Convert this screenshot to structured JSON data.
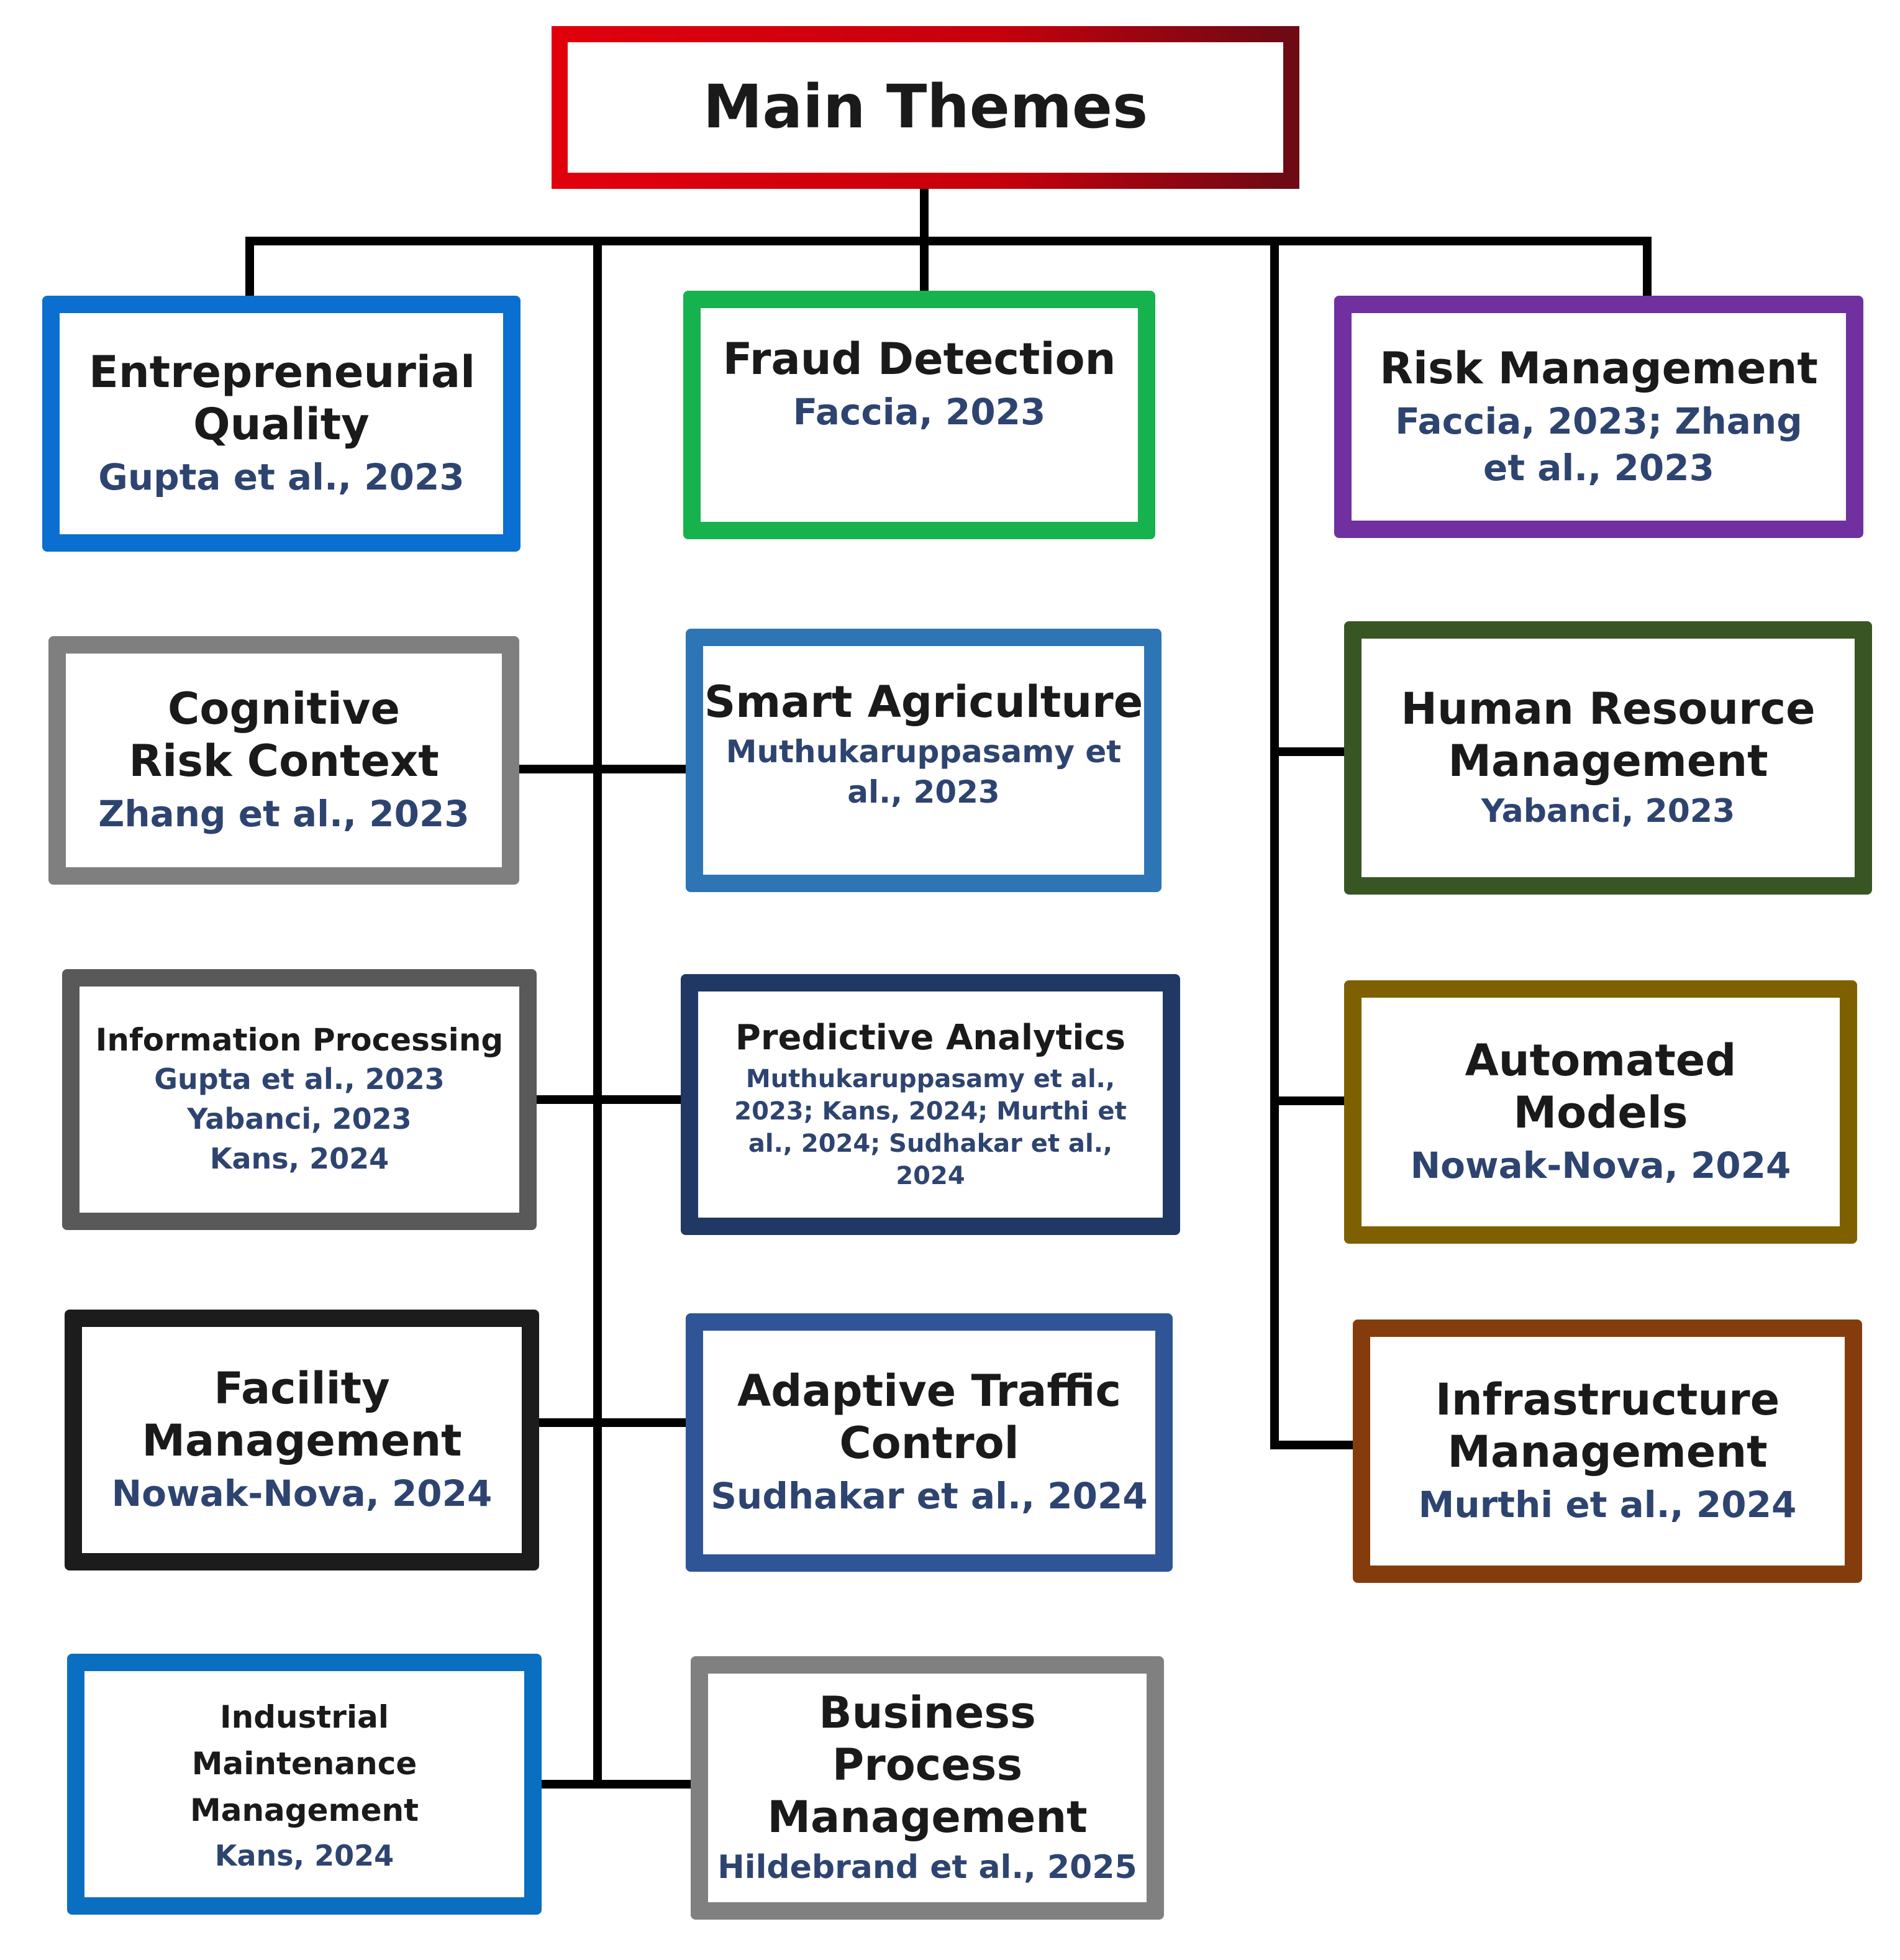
{
  "root": {
    "title": "Main Themes"
  },
  "left": [
    {
      "title": "Entrepreneurial Quality",
      "cite": [
        "Gupta et al., 2023"
      ],
      "color": "#0a6fd1"
    },
    {
      "title": "Cognitive Risk Context",
      "cite": [
        "Zhang et al., 2023"
      ],
      "color": "#7f7f7f"
    },
    {
      "title": "Information Processing",
      "cite": [
        "Gupta et al., 2023",
        "Yabanci, 2023",
        "Kans, 2024"
      ],
      "color": "#595959"
    },
    {
      "title": "Facility Management",
      "cite": [
        "Nowak-Nova, 2024"
      ],
      "color": "#1c1c1c"
    },
    {
      "title": "Industrial Maintenance Management",
      "cite": [
        "Kans, 2024"
      ],
      "color": "#0a6fc0"
    }
  ],
  "middle": [
    {
      "title": "Fraud Detection",
      "cite": [
        "Faccia, 2023"
      ],
      "color": "#16b24e"
    },
    {
      "title": "Smart Agriculture",
      "cite": [
        "Muthukaruppasamy et al., 2023"
      ],
      "color": "#2e75b6"
    },
    {
      "title": "Predictive Analytics",
      "cite": [
        "Muthukaruppasamy et al., 2023; Kans, 2024; Murthi et al., 2024; Sudhakar et al., 2024"
      ],
      "color": "#1f3864"
    },
    {
      "title": "Adaptive Traffic Control",
      "cite": [
        "Sudhakar et al., 2024"
      ],
      "color": "#2f5597"
    },
    {
      "title": "Business Process Management",
      "cite": [
        "Hildebrand et al., 2025"
      ],
      "color": "#808080"
    }
  ],
  "right": [
    {
      "title": "Risk Management",
      "cite": [
        "Faccia, 2023; Zhang et al., 2023"
      ],
      "color": "#7030a0"
    },
    {
      "title": "Human Resource Management",
      "cite": [
        "Yabanci, 2023"
      ],
      "color": "#375623"
    },
    {
      "title": "Automated Models",
      "cite": [
        "Nowak-Nova, 2024"
      ],
      "color": "#7f6000"
    },
    {
      "title": "Infrastructure Management",
      "cite": [
        "Murthi et al., 2024"
      ],
      "color": "#843c0c"
    }
  ]
}
